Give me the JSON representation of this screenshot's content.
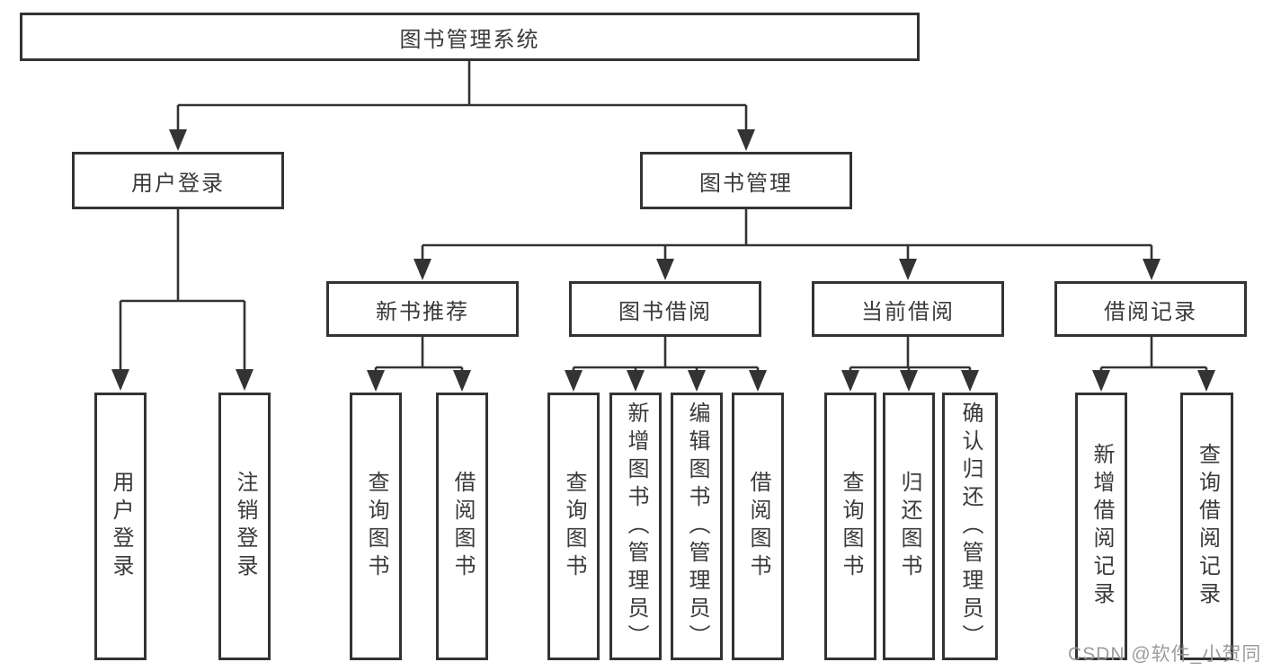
{
  "colors": {
    "line": "#333333",
    "box_border": "#333333",
    "box_fill": "#ffffff",
    "text": "#3a3a3a",
    "watermark": "#949494"
  },
  "tree": {
    "root": {
      "label": "图书管理系统"
    },
    "branches": [
      {
        "label": "用户登录",
        "children": [
          {
            "label": "用户登录"
          },
          {
            "label": "注销登录"
          }
        ]
      },
      {
        "label": "图书管理",
        "children": [
          {
            "label": "新书推荐",
            "children": [
              {
                "label": "查询图书"
              },
              {
                "label": "借阅图书"
              }
            ]
          },
          {
            "label": "图书借阅",
            "children": [
              {
                "label": "查询图书"
              },
              {
                "label": "新增图书（管理员）"
              },
              {
                "label": "编辑图书（管理员）"
              },
              {
                "label": "借阅图书"
              }
            ]
          },
          {
            "label": "当前借阅",
            "children": [
              {
                "label": "查询图书"
              },
              {
                "label": "归还图书"
              },
              {
                "label": "确认归还（管理员）"
              }
            ]
          },
          {
            "label": "借阅记录",
            "children": [
              {
                "label": "新增借阅记录"
              },
              {
                "label": "查询借阅记录"
              }
            ]
          }
        ]
      }
    ]
  },
  "watermark": {
    "text": "CSDN @软件_小贺同学"
  }
}
